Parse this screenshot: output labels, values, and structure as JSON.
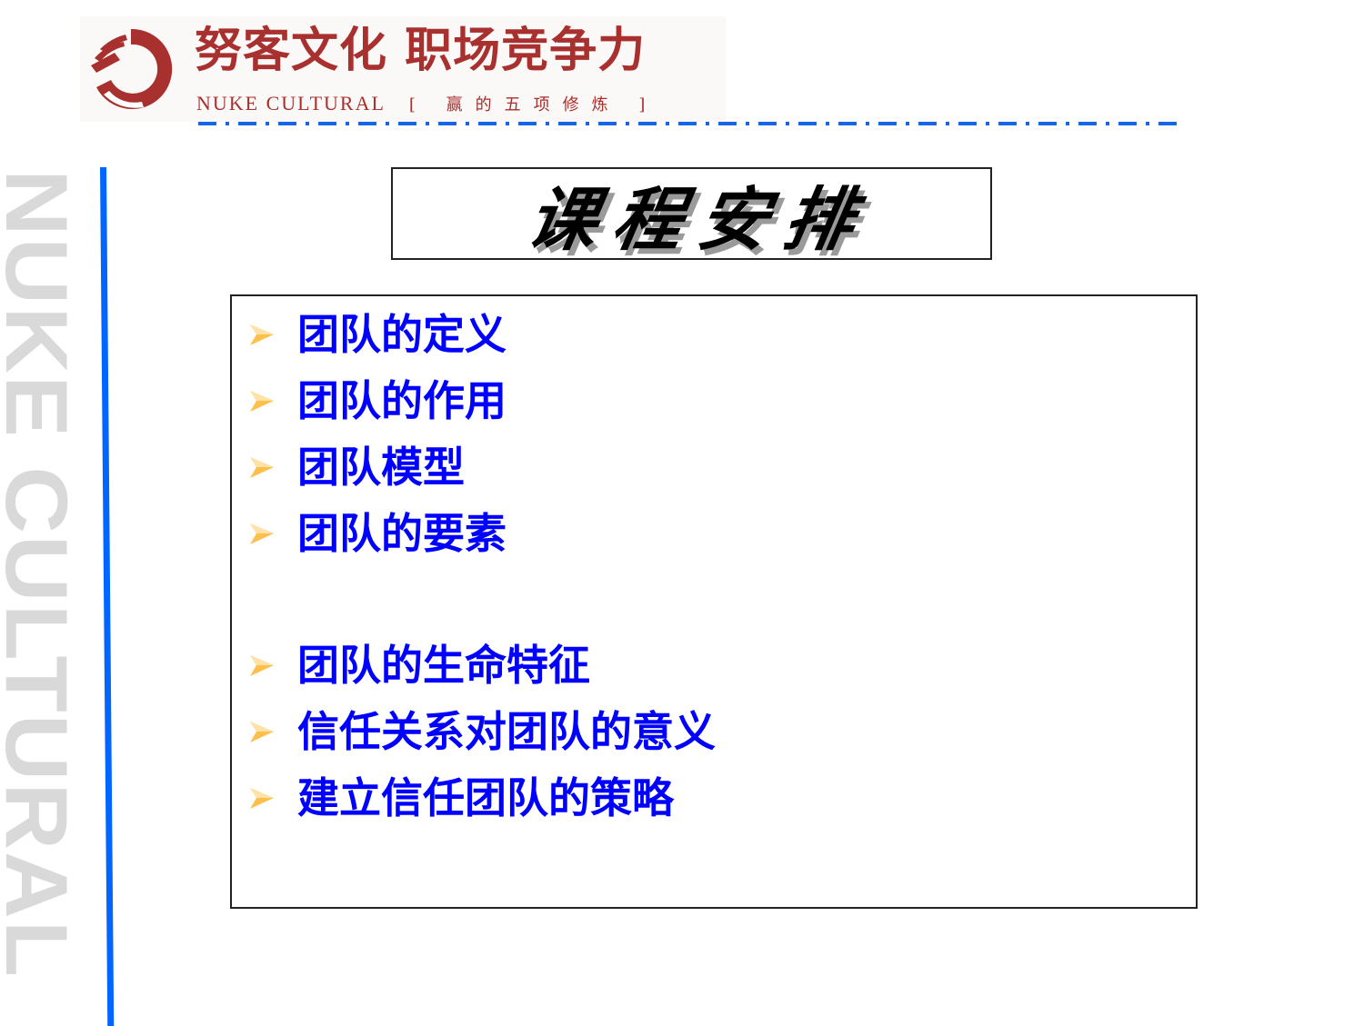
{
  "header": {
    "logo_title": "努客文化 职场竞争力",
    "logo_subtitle_en": "NUKE CULTURAL",
    "logo_tagline": "[ 赢的五项修炼 ]",
    "brand_color": "#a8302e",
    "divider_color": "#1565e8"
  },
  "sidebar": {
    "watermark": "NUKE CULTURAL",
    "rule_color": "#0066ff"
  },
  "slide": {
    "title": "课程安排",
    "bullet_icon": "arrowhead-bullet-icon",
    "bullet_color": "#ffbf4d",
    "text_color": "#0000ff",
    "items": [
      {
        "label": "团队的定义"
      },
      {
        "label": "团队的作用"
      },
      {
        "label": "团队模型"
      },
      {
        "label": "团队的要素"
      },
      {
        "label": "团队的生命特征"
      },
      {
        "label": "信任关系对团队的意义"
      },
      {
        "label": "建立信任团队的策略"
      }
    ]
  }
}
